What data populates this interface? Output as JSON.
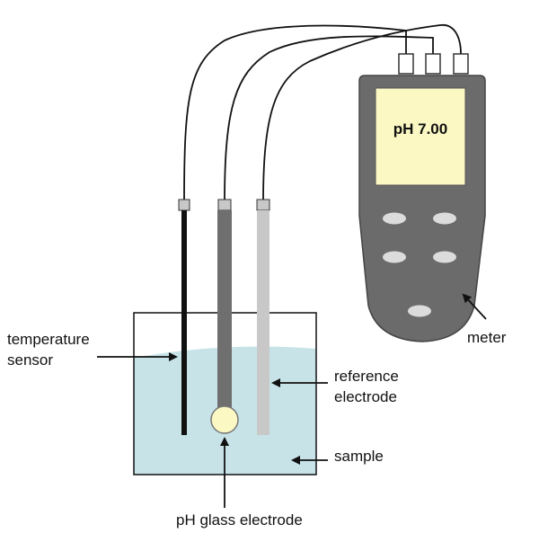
{
  "meter": {
    "display_text": "pH 7.00",
    "label": "meter",
    "body_color": "#6b6b6b",
    "screen_color": "#fbf8c4"
  },
  "labels": {
    "temperature_sensor_line1": "temperature",
    "temperature_sensor_line2": "sensor",
    "reference_electrode_line1": "reference",
    "reference_electrode_line2": "electrode",
    "sample": "sample",
    "ph_glass_electrode": "pH glass electrode"
  },
  "colors": {
    "sample_liquid": "#c7e3e8",
    "temperature_probe": "#111111",
    "glass_electrode": "#6f6f6f",
    "reference_electrode": "#c8c8c8",
    "glass_bulb": "#fbf8c4"
  }
}
